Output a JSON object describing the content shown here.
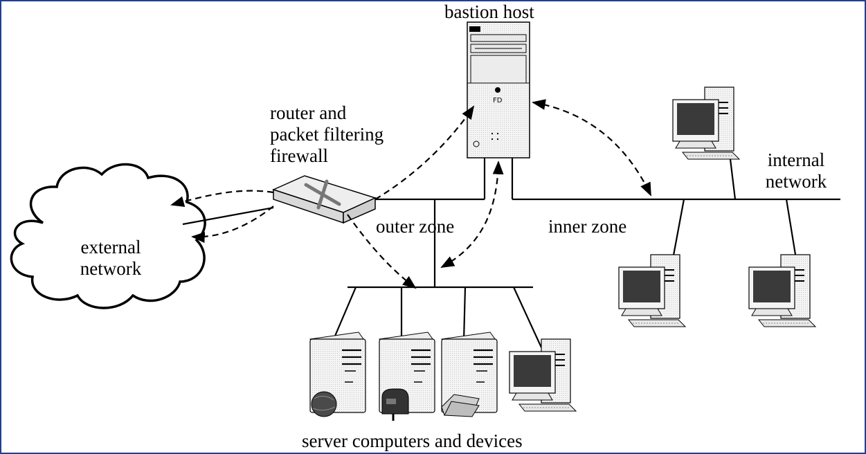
{
  "labels": {
    "bastion_host": "bastion host",
    "router_firewall": [
      "router and",
      "packet filtering",
      "firewall"
    ],
    "internal_network": [
      "internal",
      "network"
    ],
    "external_network": [
      "external",
      "network"
    ],
    "outer_zone": "outer zone",
    "inner_zone": "inner zone",
    "servers": "server computers and devices"
  },
  "colors": {
    "frame": "#1f3f8f",
    "line": "#000000",
    "device_fill": "#f2f2f2",
    "screen": "#3a3a3a"
  },
  "icons": [
    "tower-server-icon",
    "router-icon",
    "cloud-icon",
    "workstation-icon",
    "globe-icon",
    "mailbox-icon",
    "folder-icon"
  ]
}
